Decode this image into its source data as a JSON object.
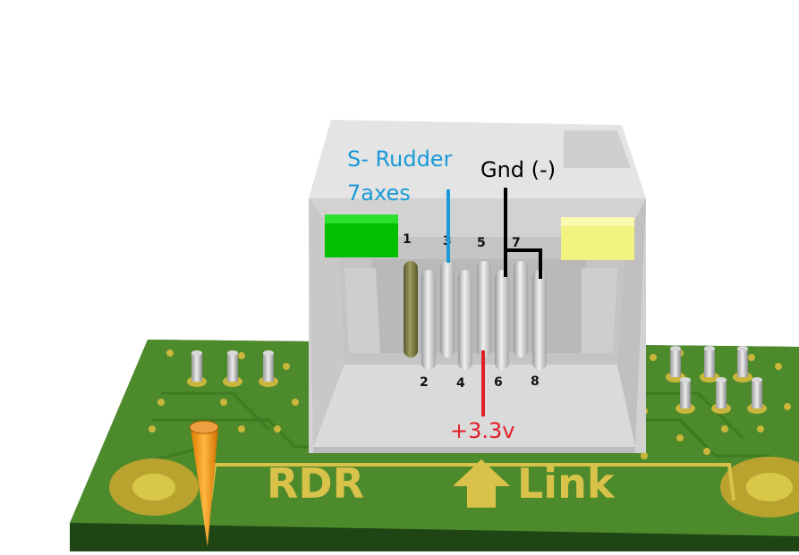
{
  "annotations": {
    "rudder_label_line1": "S- Rudder",
    "rudder_label_line2": "7axes",
    "gnd_label": "Gnd (-)",
    "vcc_label": "+3.3v"
  },
  "pins": {
    "top": [
      "1",
      "3",
      "5",
      "7"
    ],
    "bottom": [
      "2",
      "4",
      "6",
      "8"
    ]
  },
  "board": {
    "silkscreen_left": "RDR",
    "silkscreen_right": "Link",
    "arrow_icon": "up-arrow-icon"
  },
  "colors": {
    "rudder": "#1a9ad6",
    "gnd": "#000000",
    "vcc": "#e0202a",
    "led_green": "#00c800",
    "led_yellow": "#f4f48a",
    "pcb": "#4a8a2a",
    "silkscreen": "#d8c24a",
    "housing": "#d3d3d3"
  }
}
